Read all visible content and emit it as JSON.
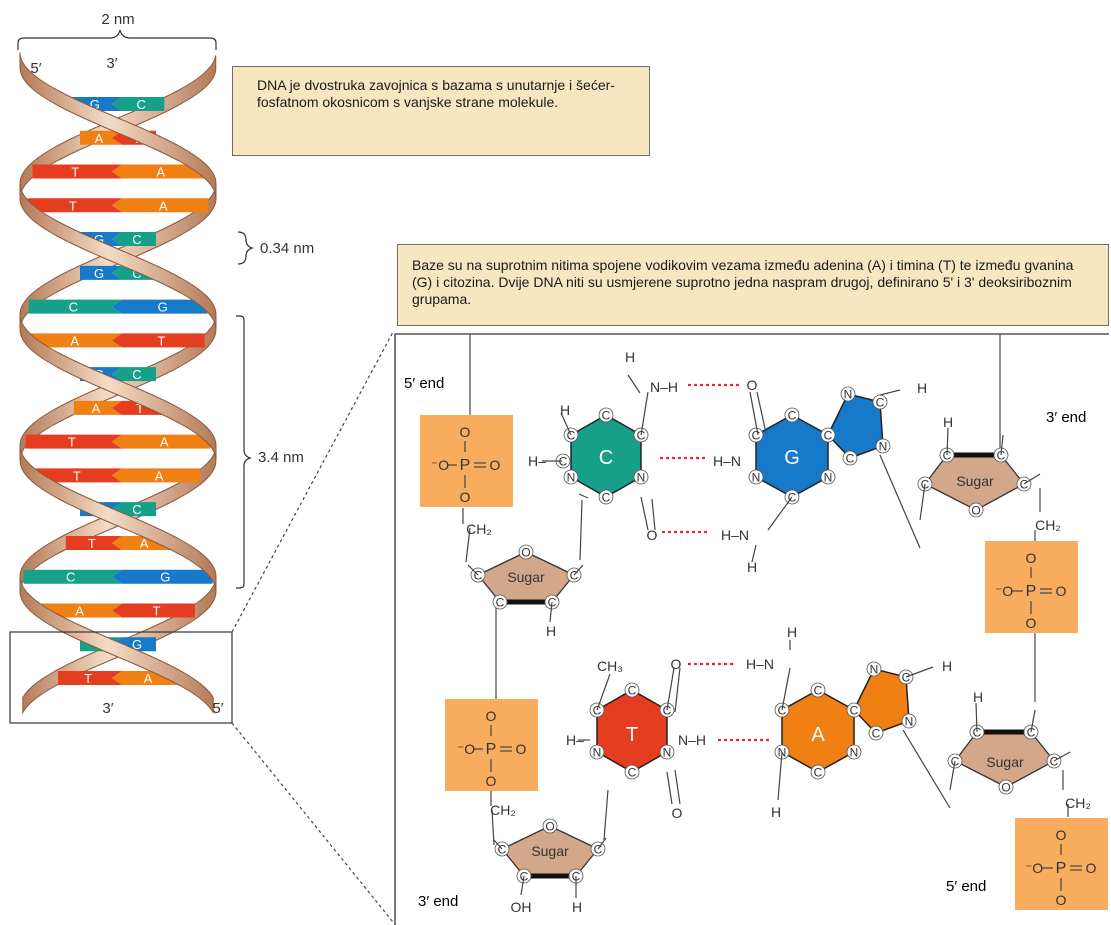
{
  "helix": {
    "width_label": "2 nm",
    "top_left_end": "5′",
    "top_right_end": "3′",
    "bottom_left_end": "3′",
    "bottom_right_end": "5′",
    "base_spacing_label": "0.34 nm",
    "turn_label": "3.4 nm",
    "pairs": [
      {
        "left": "G",
        "right": "C"
      },
      {
        "left": "A",
        "right": "T"
      },
      {
        "left": "T",
        "right": "A"
      },
      {
        "left": "T",
        "right": "A"
      },
      {
        "left": "G",
        "right": "C"
      },
      {
        "left": "G",
        "right": "C"
      },
      {
        "left": "C",
        "right": "G"
      },
      {
        "left": "A",
        "right": "T"
      },
      {
        "left": "G",
        "right": "C"
      },
      {
        "left": "A",
        "right": "T"
      },
      {
        "left": "T",
        "right": "A"
      },
      {
        "left": "T",
        "right": "A"
      },
      {
        "left": "G",
        "right": "C"
      },
      {
        "left": "T",
        "right": "A"
      },
      {
        "left": "C",
        "right": "G"
      },
      {
        "left": "A",
        "right": "T"
      },
      {
        "left": "C",
        "right": "G"
      },
      {
        "left": "T",
        "right": "A"
      }
    ]
  },
  "callouts": {
    "top": "DNA je dvostruka zavojnica s bazama s unutarnje i šećer-fosfatnom okosnicom s vanjske strane molekule.",
    "bottom": "Baze su na suprotnim nitima spojene vodikovim vezama između adenina (A) i timina (T) te između gvanina (G) i citozina. Dvije DNA niti su usmjerene suprotno jedna naspram drugoj, definirano 5' i 3' deoksiriboznim grupama."
  },
  "detail": {
    "left_top_end": "5′ end",
    "left_bottom_end": "3′ end",
    "right_top_end": "3′ end",
    "right_bottom_end": "5′ end",
    "sugar_label": "Sugar",
    "bases": {
      "cytosine": "C",
      "guanine": "G",
      "thymine": "T",
      "adenine": "A"
    },
    "atoms": {
      "H": "H",
      "N": "N",
      "O": "O",
      "C": "C",
      "P": "P",
      "CH2": "CH₂",
      "CH3": "CH₃",
      "OH": "OH",
      "neg_O": "⁻O",
      "NH_right": "N–H",
      "HN_left": "H–N",
      "H_dash": "H–",
      "dash_H": "–H",
      "dash_N": "–N"
    }
  },
  "colors": {
    "backbone": "#c9987a",
    "backbone_light": "#f3dcc8",
    "cytosine": "#16a08a",
    "guanine": "#1779c9",
    "thymine": "#e53d1f",
    "adenine": "#f07f14",
    "phosphate": "#f7ad5d",
    "sugar": "#d3a88a",
    "hbond": "#e8283c",
    "callout_bg": "#f6e7c1"
  }
}
